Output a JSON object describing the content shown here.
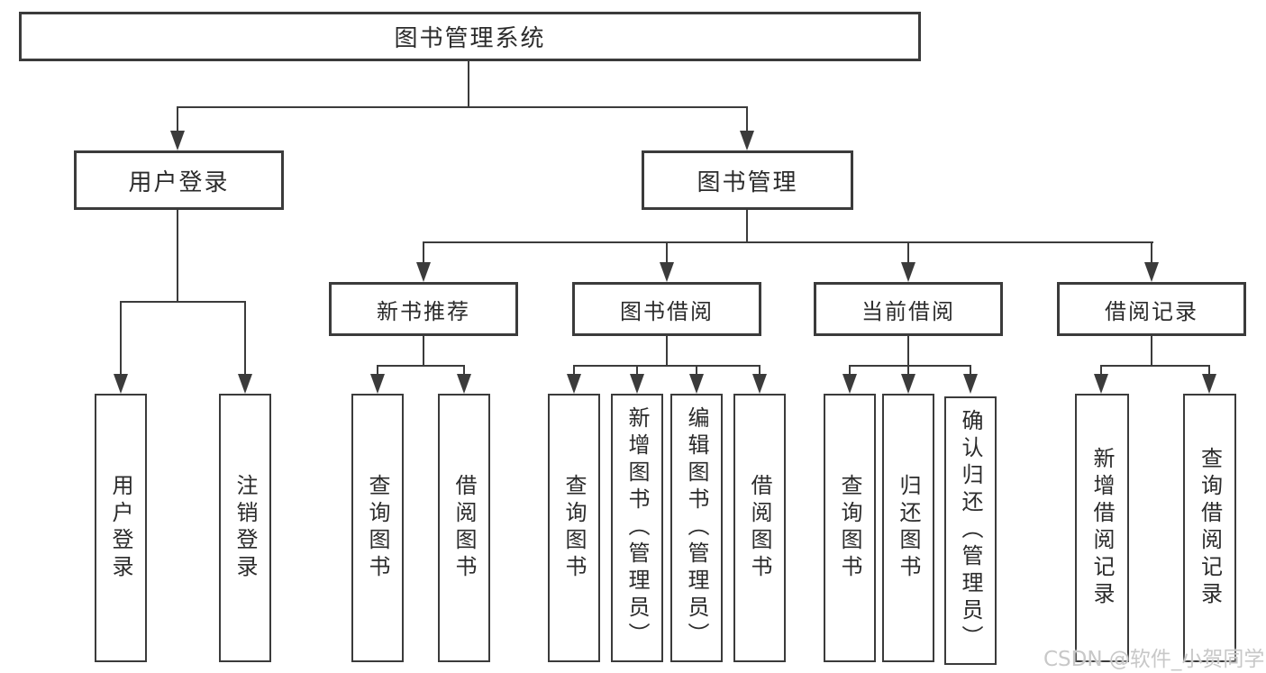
{
  "diagram": {
    "root_label": "图书管理系统",
    "branches": [
      {
        "label": "用户登录",
        "leaves": [
          "用户登录",
          "注销登录"
        ]
      },
      {
        "label": "图书管理",
        "children": [
          {
            "label": "新书推荐",
            "leaves": [
              "查询图书",
              "借阅图书"
            ]
          },
          {
            "label": "图书借阅",
            "leaves": [
              "查询图书",
              "新增图书（管理员）",
              "编辑图书（管理员）",
              "借阅图书"
            ]
          },
          {
            "label": "当前借阅",
            "leaves": [
              "查询图书",
              "归还图书",
              "确认归还（管理员）"
            ]
          },
          {
            "label": "借阅记录",
            "leaves": [
              "新增借阅记录",
              "查询借阅记录"
            ]
          }
        ]
      }
    ]
  },
  "watermark": {
    "text": "CSDN @软件_小贺同学"
  },
  "colors": {
    "line": "#3b3b3b",
    "text": "#2b2b2b",
    "watermark": "#c8c8c8",
    "background": "#ffffff"
  }
}
